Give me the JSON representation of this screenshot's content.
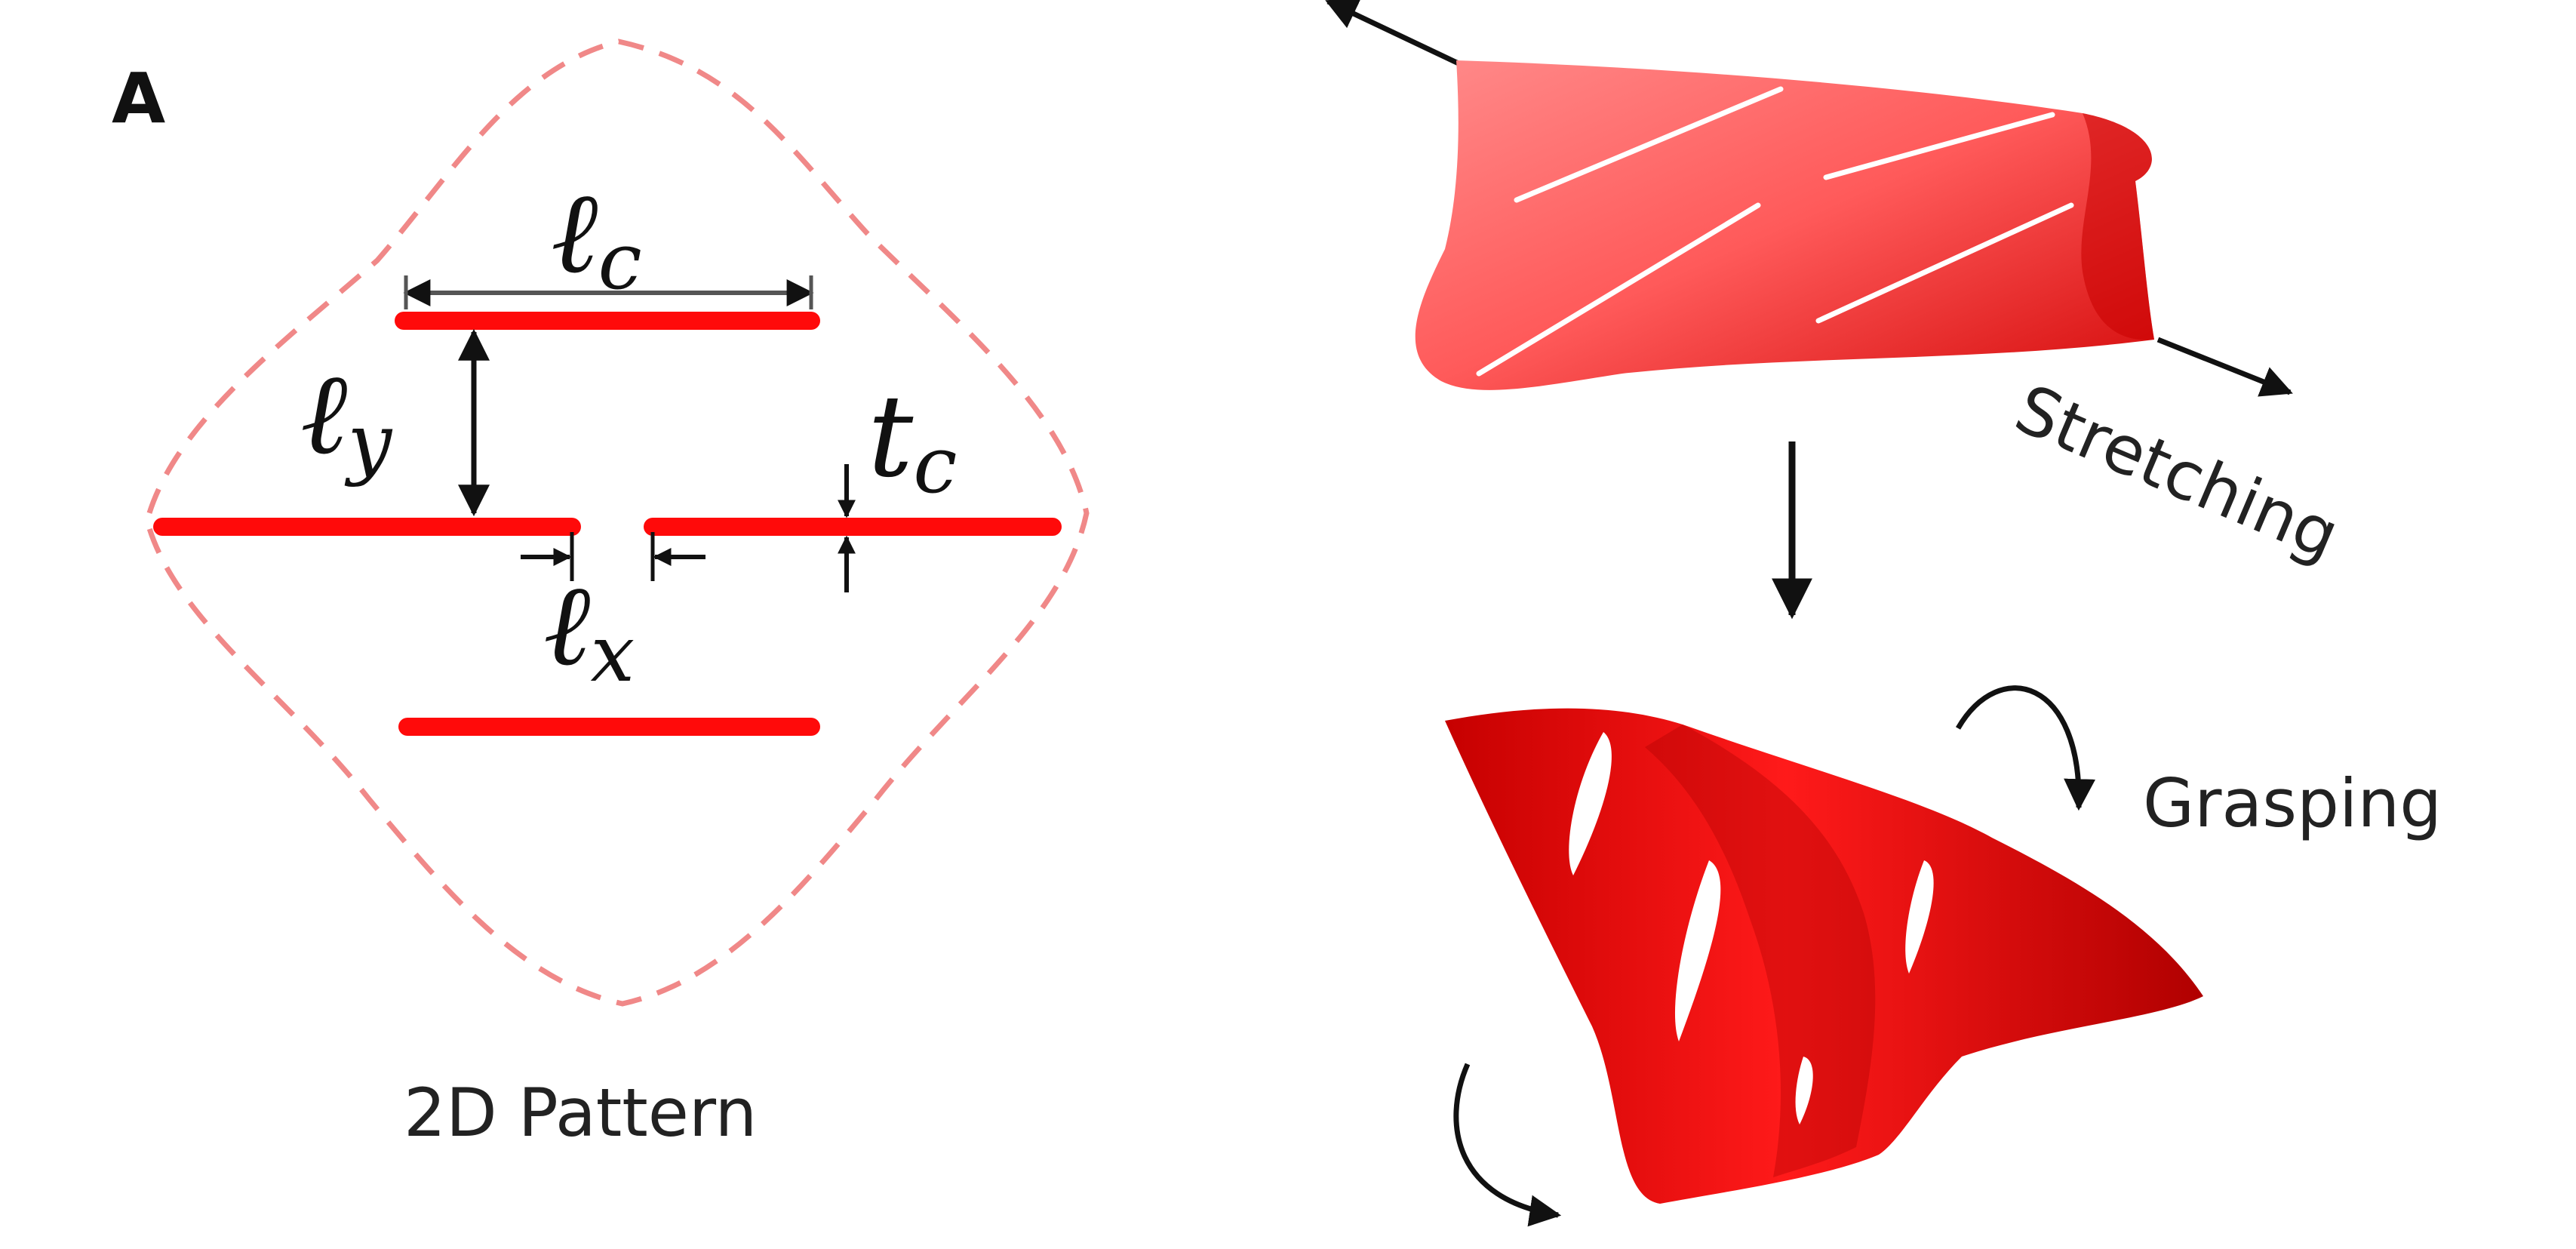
{
  "panel_label": "A",
  "pattern": {
    "caption": "2D Pattern",
    "symbol_letter": "ℓ",
    "labels": {
      "lc_sub": "c",
      "ly_sub": "y",
      "lx_sub": "x",
      "tc_main": "t",
      "tc_sub": "c"
    }
  },
  "transform": {
    "stretching_label": "Stretching",
    "grasping_label": "Grasping"
  },
  "colors": {
    "cut_red": "#ff0a0a",
    "outline_dash": "#f08888",
    "sheet_light": "#ff7070",
    "sheet_dark": "#d90000",
    "gripper_red": "#e00000",
    "arrow": "#111111",
    "text": "#222222"
  }
}
